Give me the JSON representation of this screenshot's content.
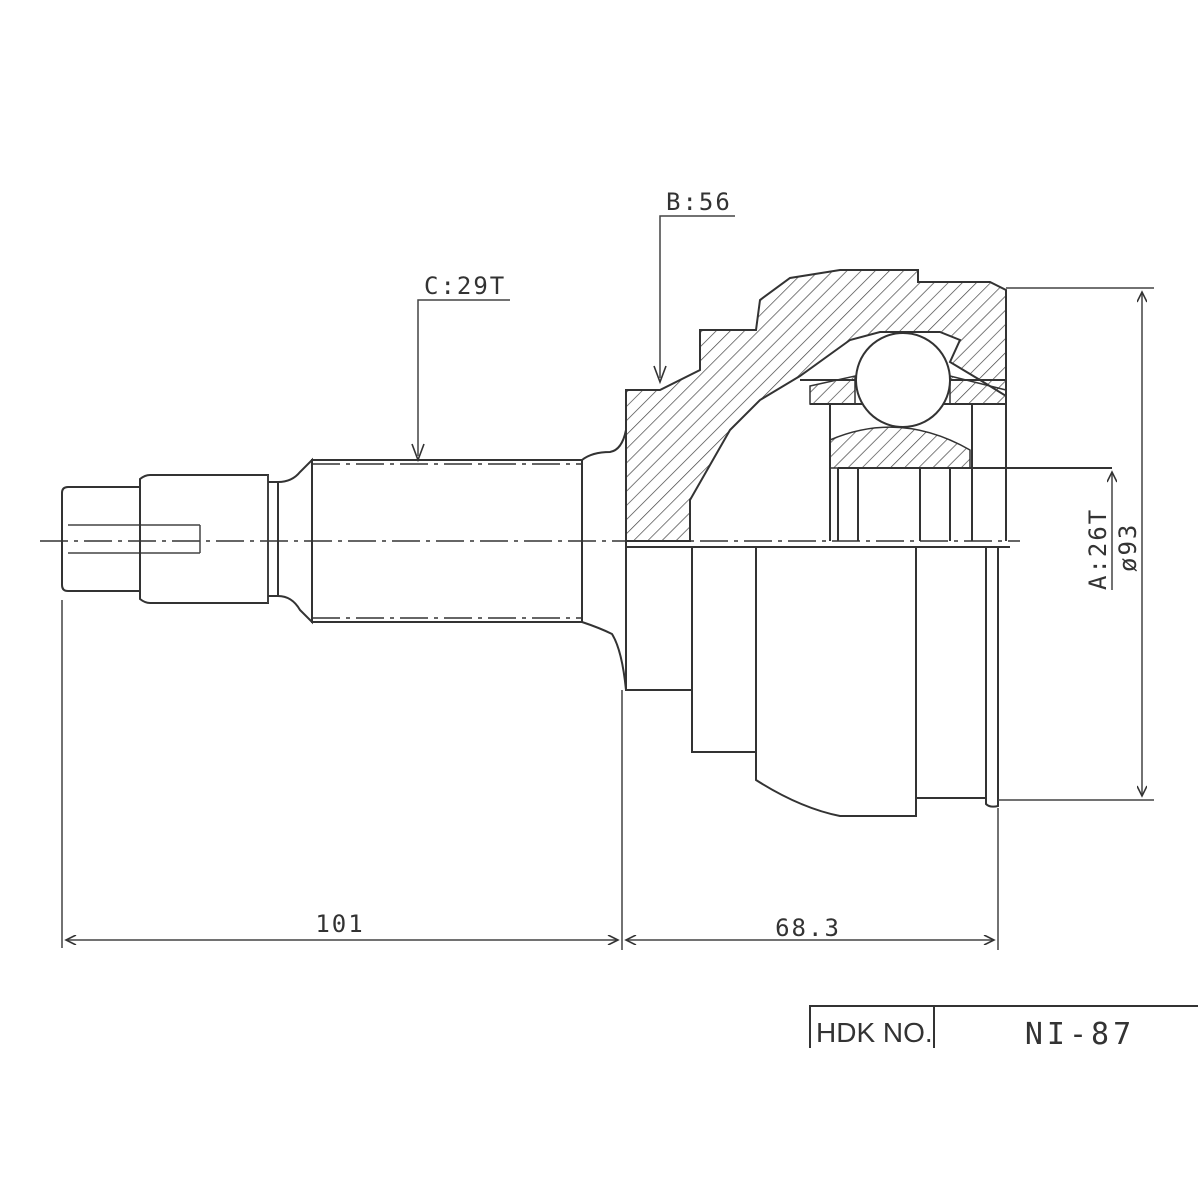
{
  "callouts": {
    "b": "B:56",
    "c": "C:29T",
    "a": "A:26T",
    "dia": "ø93"
  },
  "dimensions": {
    "shaft_length": "101",
    "housing_length": "68.3"
  },
  "title_block": {
    "label": "HDK NO.",
    "part_number": "NI-87"
  }
}
